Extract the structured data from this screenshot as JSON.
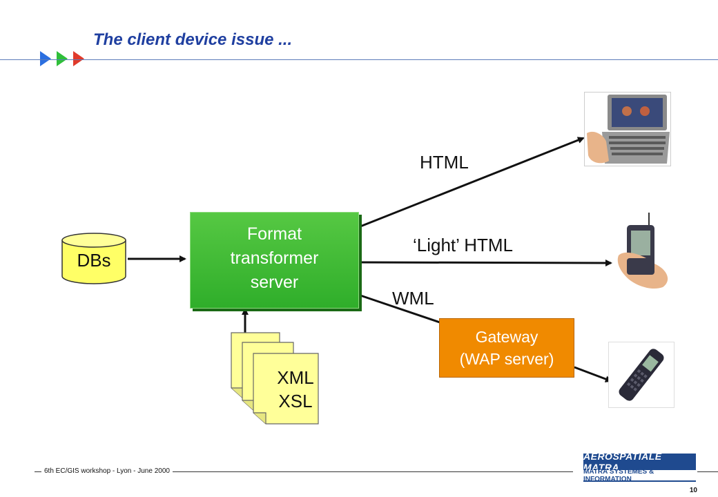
{
  "slide": {
    "title": "The client device issue ...",
    "footer": "6th EC/GIS workshop - Lyon - June 2000",
    "page_number": "10",
    "logo": {
      "line1": "AEROSPATIALE MATRA",
      "line2": "MATRA SYSTÈMES & INFORMATION"
    }
  },
  "diagram": {
    "db_label": "DBs",
    "server_label": [
      "Format",
      "transformer",
      "server"
    ],
    "docs_label": [
      "XML",
      "XSL"
    ],
    "gateway_label": [
      "Gateway",
      "(WAP server)"
    ],
    "edges": {
      "html": "HTML",
      "light_html": "‘Light’ HTML",
      "wml": "WML"
    },
    "devices": [
      "laptop-icon",
      "pda-icon",
      "mobile-phone-icon"
    ]
  },
  "colors": {
    "title": "#1f3fa0",
    "server_fill": "#3cb82f",
    "gateway_fill": "#f08a00",
    "db_fill": "#ffff66",
    "doc_fill": "#ffff99"
  }
}
